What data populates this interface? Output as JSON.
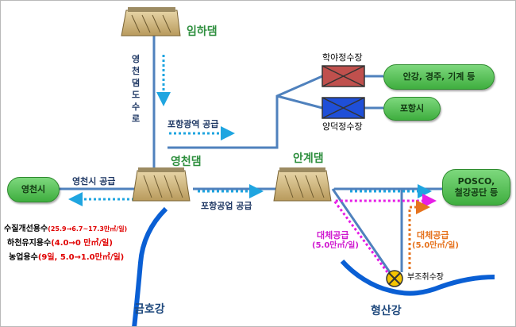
{
  "dams": {
    "imha": "임하댐",
    "yeongcheon": "영천댐",
    "angye": "안계댐"
  },
  "tunnel_label": [
    "영",
    "천",
    "댐",
    "도",
    "수",
    "로"
  ],
  "supply": {
    "pohang_regional": "포항광역 공급",
    "yeongcheon_city": "영천시 공급",
    "pohang_industrial": "포항공업 공급"
  },
  "plants": {
    "hakya": "학야정수장",
    "yangdeok": "양덕정수장",
    "bujo": "부조취수장"
  },
  "destinations": {
    "angang": "안강, 경주, 기계 등",
    "pohang_city": "포항시",
    "yeongcheon_city": "영천시",
    "posco_line1": "POSCO,",
    "posco_line2": "철강공단 등"
  },
  "alt_supply": {
    "magenta_title": "대체공급",
    "magenta_amount": "(5.0만㎥/일)",
    "orange_title": "대체공급",
    "orange_amount": "(5.0만㎥/일)"
  },
  "uses": {
    "water_quality_label": "수질개선용수",
    "water_quality_value": "(25.9→6.7~17.3만㎥/일)",
    "river_label": "하천유지용수",
    "river_value": "(4.0→0 만㎥/일)",
    "agri_label": "농업용수",
    "agri_value": "(9일, 5.0→1.0만㎥/일)"
  },
  "rivers": {
    "geumho": "금호강",
    "hyeongsan": "형산강"
  },
  "colors": {
    "pipe": "#4f81bd",
    "river": "#0a5fd4",
    "cyan_arrow": "#1fa5e0",
    "magenta_arrow": "#e61ee6",
    "orange_arrow": "#e6731e",
    "dam_label": "#2f8f3f",
    "pill": "#4cbb4c",
    "hakya_fill": "#c0504d",
    "yangdeok_fill": "#1f4fd8"
  }
}
